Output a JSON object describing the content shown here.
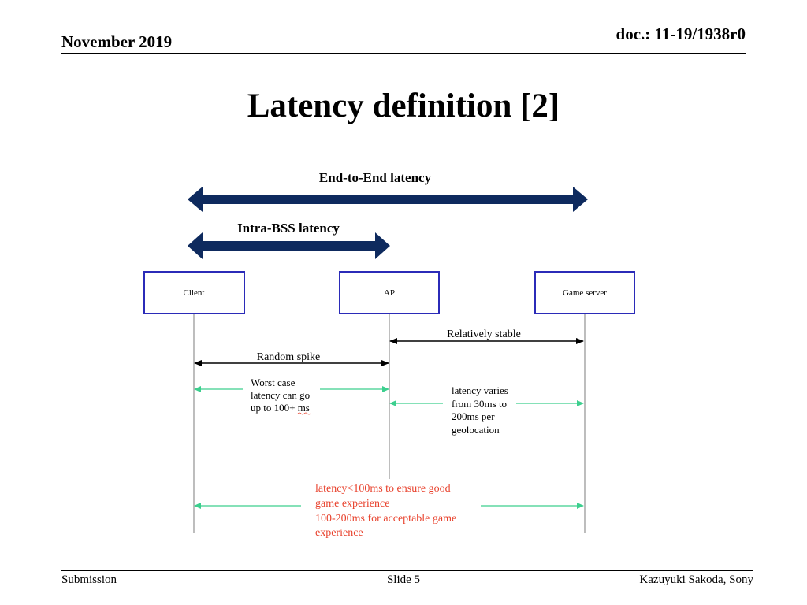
{
  "header": {
    "date": "November 2019",
    "doc_id": "doc.: 11-19/1938r0"
  },
  "slide": {
    "title": "Latency definition [2]"
  },
  "latency_arrows": {
    "end_to_end": "End-to-End latency",
    "intra_bss": "Intra-BSS latency"
  },
  "nodes": {
    "client": "Client",
    "ap": "AP",
    "game_server": "Game server"
  },
  "annotations": {
    "relatively_stable": "Relatively stable",
    "random_spike": "Random spike",
    "worst_case": [
      "Worst case",
      "latency can go",
      "up to 100+ ms"
    ],
    "latency_varies": [
      "latency varies",
      "from 30ms to",
      "200ms per",
      "geolocation"
    ],
    "requirement": [
      "latency<100ms to ensure good",
      "game experience",
      "100-200ms for acceptable game",
      "experience"
    ]
  },
  "colors": {
    "navy_arrow": "#0e2a5e",
    "box_border": "#2b2bb8",
    "green_arrow": "#3ccf8e",
    "red_text": "#e8412c"
  },
  "footer": {
    "left": "Submission",
    "center": "Slide 5",
    "right": "Kazuyuki Sakoda, Sony"
  }
}
